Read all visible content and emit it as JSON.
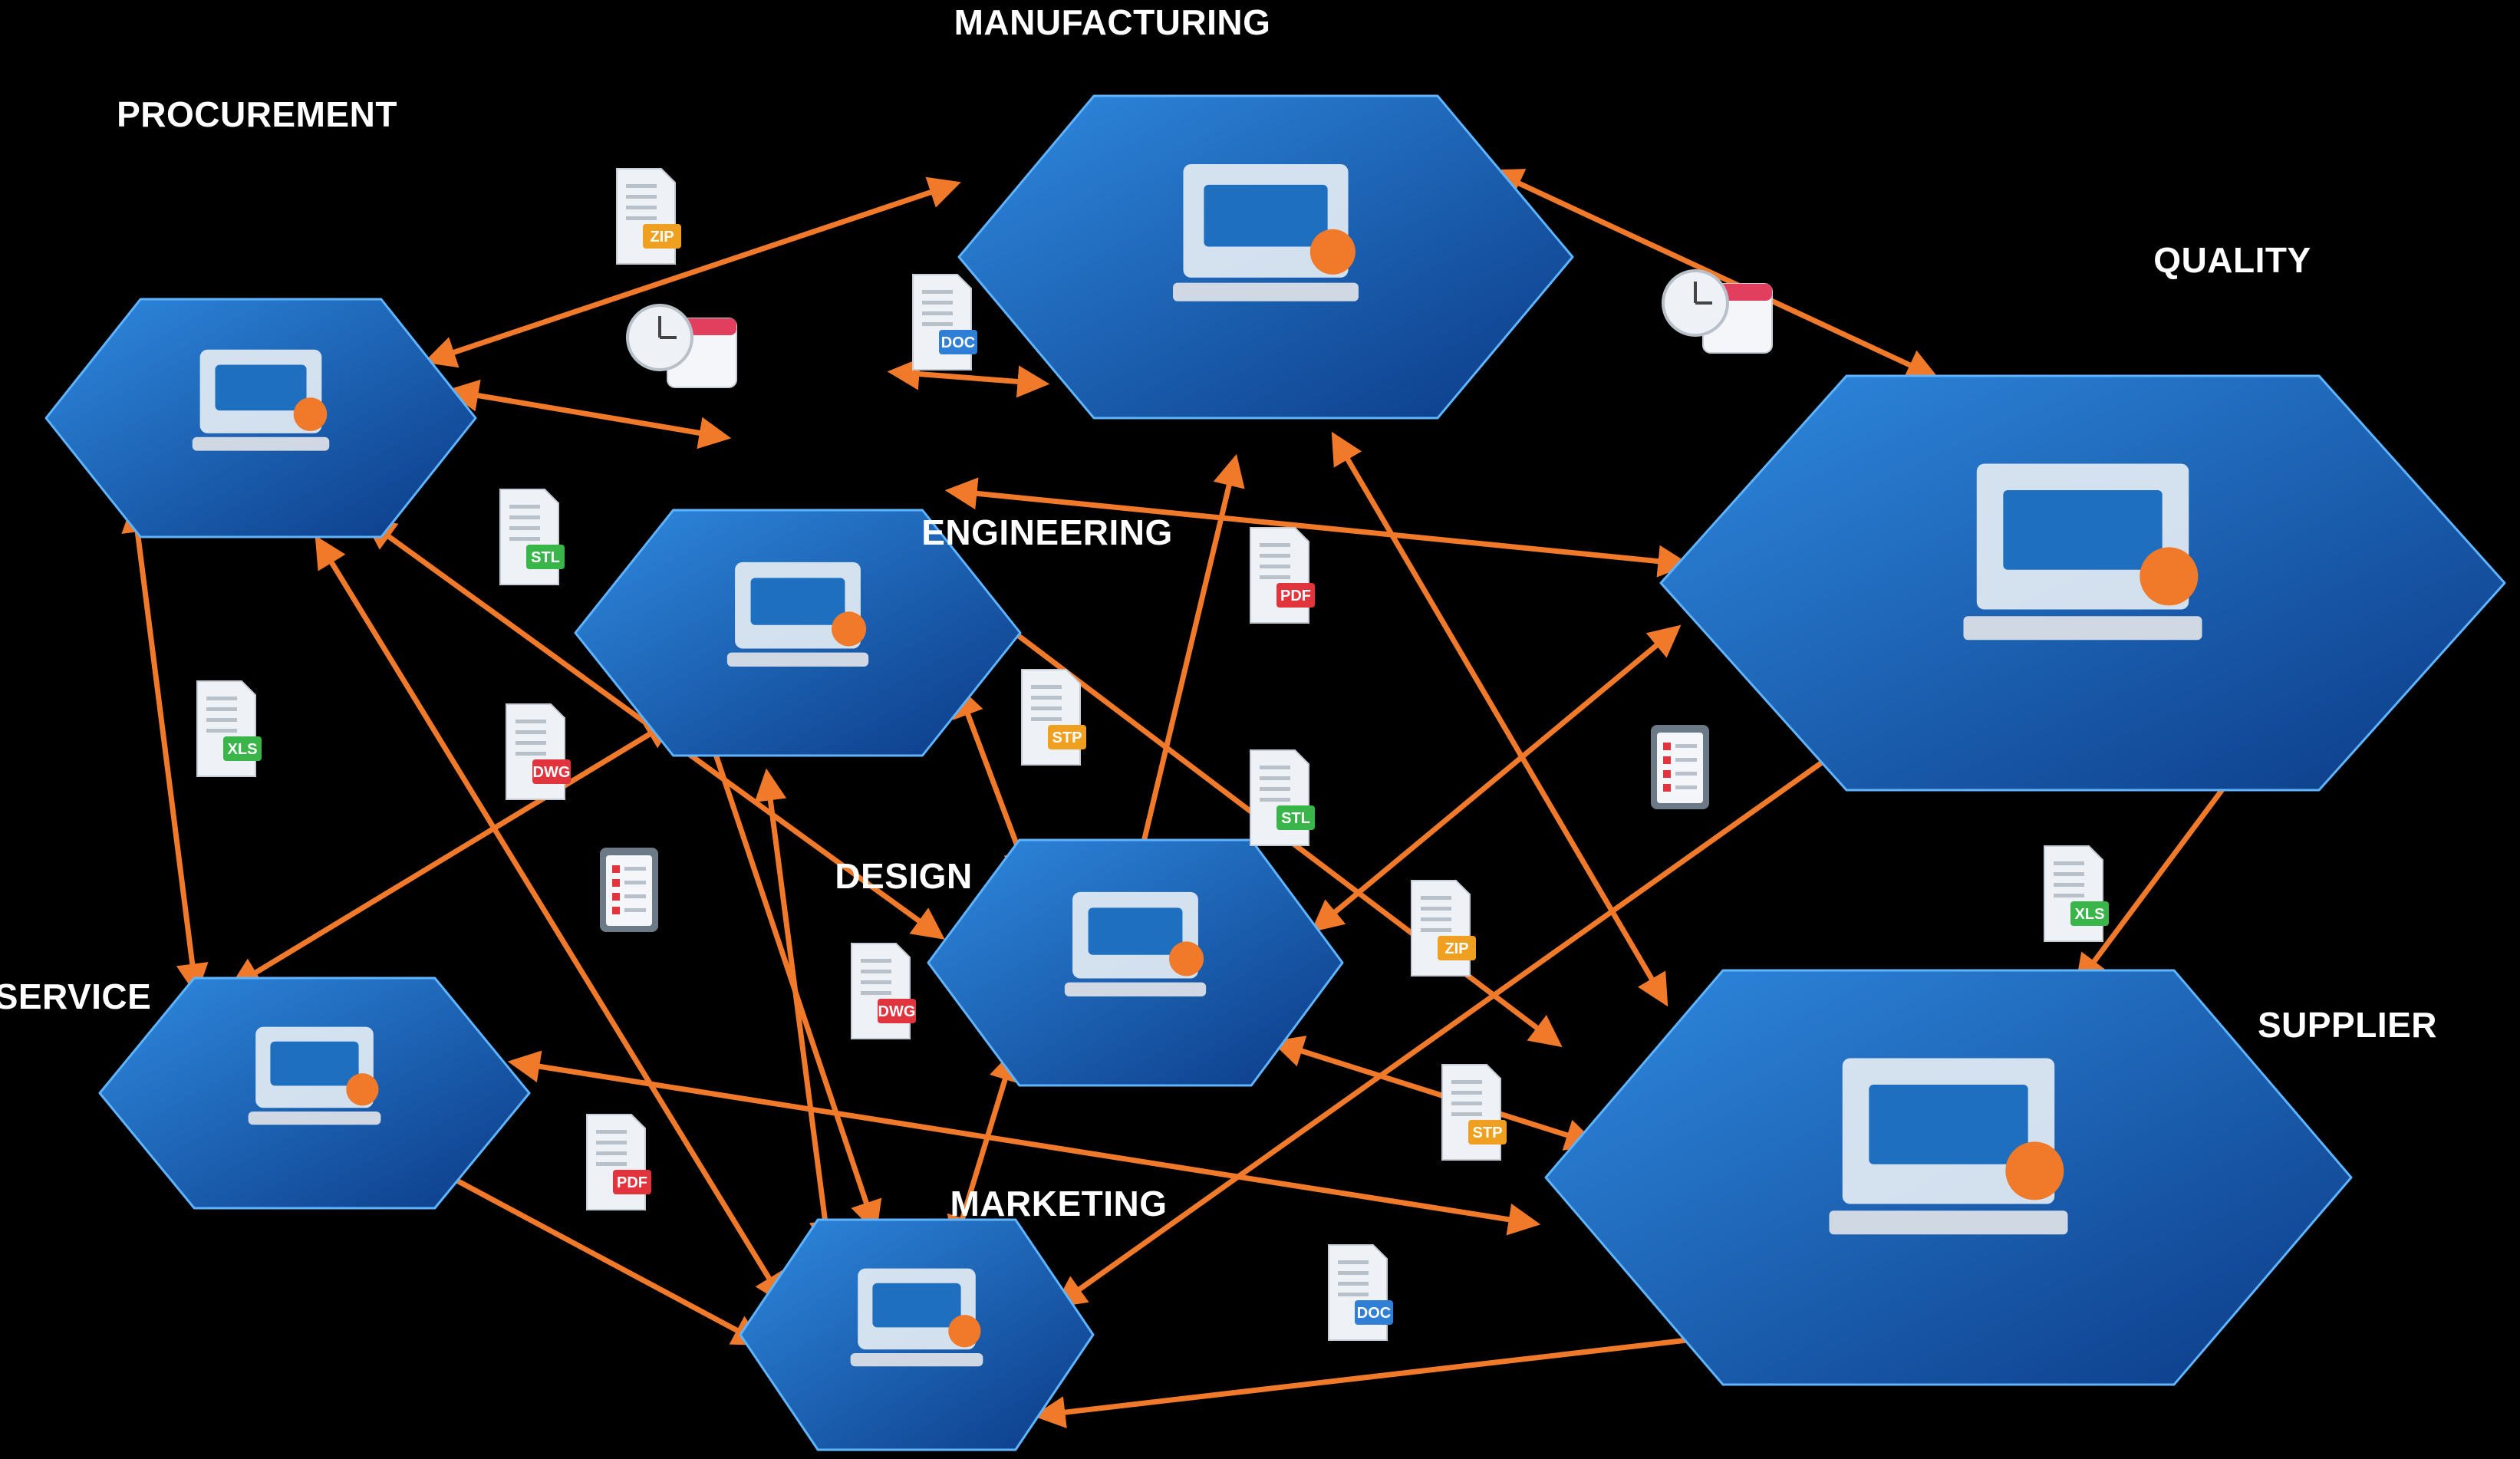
{
  "colors": {
    "background": "#000000",
    "hex_fill_top": "#2a7fd0",
    "hex_fill_bottom": "#0d3f8a",
    "hex_edge": "#5fb4ff",
    "arrow": "#f07a2a",
    "label_text": "#ffffff"
  },
  "nodes": [
    {
      "id": "manufacturing",
      "label": "MANUFACTURING",
      "icon": "factory-machine-icon"
    },
    {
      "id": "procurement",
      "label": "PROCUREMENT",
      "icon": "office-desk-icon"
    },
    {
      "id": "quality",
      "label": "QUALITY",
      "icon": "warehouse-inspection-icon"
    },
    {
      "id": "engineering",
      "label": "ENGINEERING",
      "icon": "server-gear-icon"
    },
    {
      "id": "design",
      "label": "DESIGN",
      "icon": "designer-desk-icon"
    },
    {
      "id": "service",
      "label": "SERVICE",
      "icon": "call-center-icon"
    },
    {
      "id": "supplier",
      "label": "SUPPLIER",
      "icon": "factory-truck-icon"
    },
    {
      "id": "marketing",
      "label": "MARKETING",
      "icon": "megaphone-icon"
    }
  ],
  "file_badges": [
    {
      "id": "f1",
      "type": "ZIP",
      "color": "#f0a020"
    },
    {
      "id": "f2",
      "type": "DOC",
      "color": "#2f7fd6"
    },
    {
      "id": "f3",
      "type": "STL",
      "color": "#39b54a"
    },
    {
      "id": "f4",
      "type": "XLS",
      "color": "#39b54a"
    },
    {
      "id": "f5",
      "type": "DWG",
      "color": "#e2343d"
    },
    {
      "id": "f6",
      "type": "PDF",
      "color": "#e2343d"
    },
    {
      "id": "f7",
      "type": "STP",
      "color": "#f0a020"
    },
    {
      "id": "f8",
      "type": "STL",
      "color": "#39b54a"
    },
    {
      "id": "f9",
      "type": "ZIP",
      "color": "#f0a020"
    },
    {
      "id": "f10",
      "type": "DWG",
      "color": "#e2343d"
    },
    {
      "id": "f11",
      "type": "STP",
      "color": "#f0a020"
    },
    {
      "id": "f12",
      "type": "PDF",
      "color": "#e2343d"
    },
    {
      "id": "f13",
      "type": "DOC",
      "color": "#2f7fd6"
    },
    {
      "id": "f14",
      "type": "XLS",
      "color": "#39b54a"
    }
  ],
  "other_icons": [
    "clock-calendar-icon",
    "clock-calendar-icon",
    "clipboard-icon",
    "clipboard-icon"
  ],
  "connections": [
    [
      "procurement",
      "manufacturing"
    ],
    [
      "procurement",
      "engineering"
    ],
    [
      "procurement",
      "service"
    ],
    [
      "procurement",
      "design"
    ],
    [
      "procurement",
      "marketing"
    ],
    [
      "manufacturing",
      "quality"
    ],
    [
      "manufacturing",
      "engineering"
    ],
    [
      "manufacturing",
      "supplier"
    ],
    [
      "manufacturing",
      "marketing"
    ],
    [
      "engineering",
      "quality"
    ],
    [
      "engineering",
      "design"
    ],
    [
      "engineering",
      "service"
    ],
    [
      "engineering",
      "marketing"
    ],
    [
      "engineering",
      "supplier"
    ],
    [
      "design",
      "quality"
    ],
    [
      "design",
      "supplier"
    ],
    [
      "design",
      "marketing"
    ],
    [
      "quality",
      "supplier"
    ],
    [
      "quality",
      "marketing"
    ],
    [
      "service",
      "supplier"
    ],
    [
      "service",
      "marketing"
    ],
    [
      "marketing",
      "supplier"
    ],
    [
      "marketing",
      "manufacturing"
    ]
  ]
}
